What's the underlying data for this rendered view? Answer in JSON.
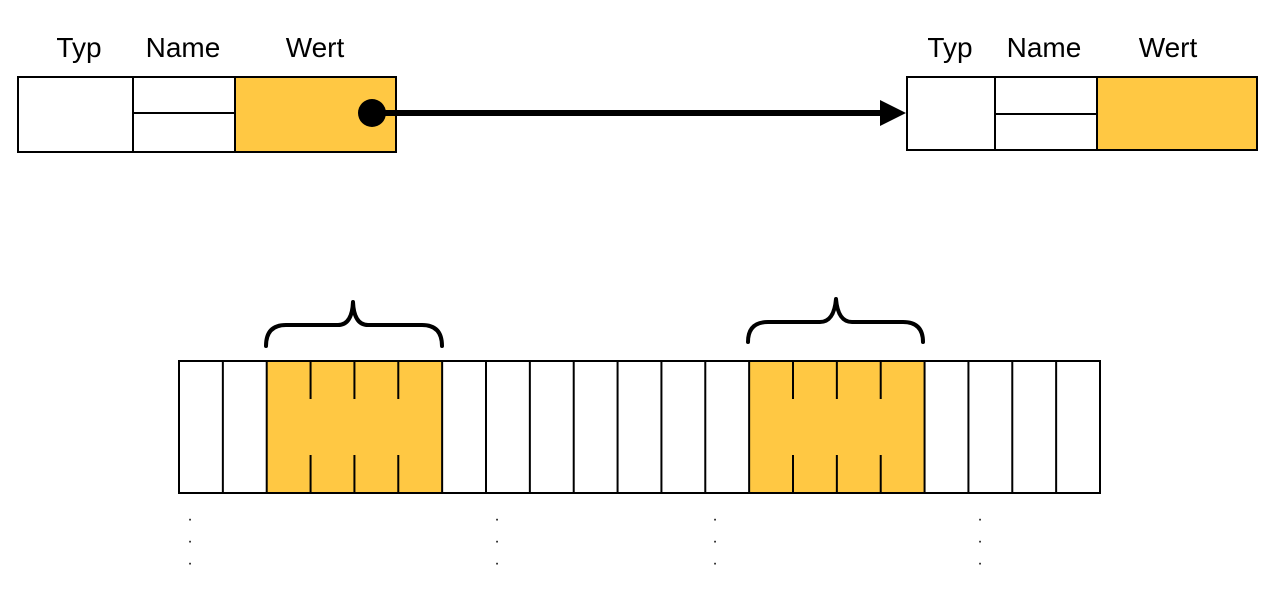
{
  "colors": {
    "highlight": "#FFC843",
    "stroke": "#000000",
    "background": "#FFFFFF"
  },
  "left_record": {
    "headers": {
      "typ": "Typ",
      "name": "Name",
      "wert": "Wert"
    }
  },
  "right_record": {
    "headers": {
      "typ": "Typ",
      "name": "Name",
      "wert": "Wert"
    }
  },
  "arrow": {
    "from": "left_record.wert",
    "to": "right_record"
  },
  "memory_strip": {
    "cell_count": 21,
    "highlighted_groups": [
      {
        "first_cell": 2,
        "cell_count": 4
      },
      {
        "first_cell": 13,
        "cell_count": 4
      }
    ]
  },
  "continuation_marks": {
    "count": 4,
    "glyph": "·"
  }
}
